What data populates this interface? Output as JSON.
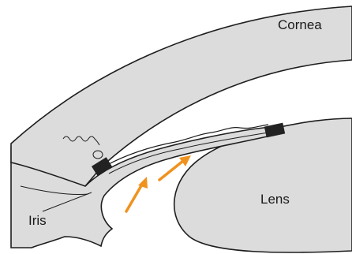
{
  "labels": {
    "cornea": "Cornea",
    "lens": "Lens",
    "iris": "Iris"
  },
  "colors": {
    "tissue_fill": "#dcdcdc",
    "outline": "#1e1e1e",
    "dark_band": "#7a7a7a",
    "marker": "#222222",
    "arrow": "#f0921e",
    "background": "#ffffff"
  },
  "arrows": {
    "count": 2
  }
}
